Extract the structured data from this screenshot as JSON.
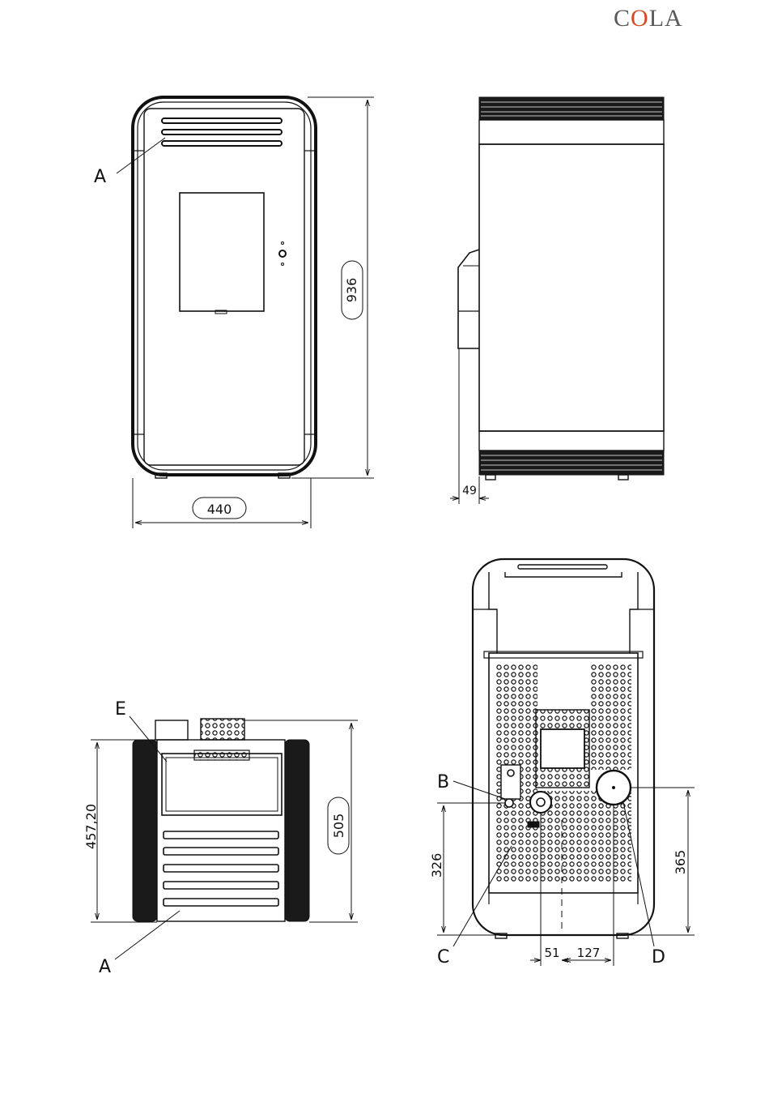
{
  "brand": {
    "logo_text": "COLA",
    "logo_letters": [
      "C",
      "O",
      "LA"
    ],
    "accent_color": "#d64a1f",
    "text_color": "#5a5a5a"
  },
  "views": {
    "front": {
      "callout_a": "A",
      "width_dim": "440",
      "height_dim": "936"
    },
    "side": {
      "offset_dim": "49"
    },
    "top": {
      "callout_e": "E",
      "callout_a": "A",
      "depth_dim": "457,20",
      "total_depth_dim": "505"
    },
    "rear": {
      "callout_b": "B",
      "callout_c": "C",
      "callout_d": "D",
      "height_b_dim": "326",
      "height_d_dim": "365",
      "offset_51_dim": "51",
      "offset_127_dim": "127"
    }
  }
}
